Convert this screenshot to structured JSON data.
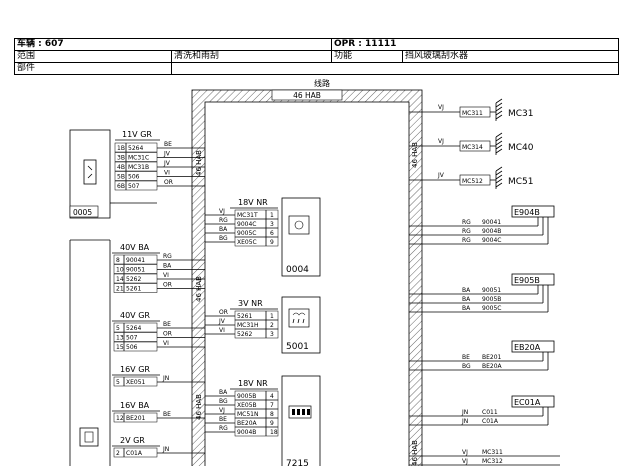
{
  "header": {
    "vehicle": "车辆 : 607",
    "opr": "OPR : 11111",
    "scope_label": "范围",
    "scope_value": "清洗和雨刮",
    "function_label": "功能",
    "function_value": "挡风玻璃刮水器",
    "part_label": "部件"
  },
  "harness": {
    "title": "线路",
    "code": "46 HAB"
  },
  "side_labels": {
    "left_bus": "46 HAB",
    "right_bus": "46 HAB"
  },
  "components": {
    "c0005": {
      "id": "0005",
      "connector": "11V GR",
      "pins": [
        {
          "pin": "1B",
          "wire": "5264",
          "color": "BE"
        },
        {
          "pin": "3B",
          "wire": "MC31C",
          "color": "JV"
        },
        {
          "pin": "4B",
          "wire": "MC31B",
          "color": "JV"
        },
        {
          "pin": "5B",
          "wire": "506",
          "color": "VI"
        },
        {
          "pin": "6B",
          "wire": "507",
          "color": "OR"
        }
      ]
    },
    "c40vba": {
      "connector": "40V BA",
      "pins": [
        {
          "pin": "8",
          "wire": "90041",
          "color": "RG"
        },
        {
          "pin": "10",
          "wire": "90051",
          "color": "BA"
        },
        {
          "pin": "14",
          "wire": "5262",
          "color": "VI"
        },
        {
          "pin": "21",
          "wire": "5261",
          "color": "OR"
        }
      ]
    },
    "c40vgr": {
      "connector": "40V GR",
      "pins": [
        {
          "pin": "5",
          "wire": "5264",
          "color": "BE"
        },
        {
          "pin": "13",
          "wire": "507",
          "color": "OR"
        },
        {
          "pin": "15",
          "wire": "506",
          "color": "VI"
        }
      ]
    },
    "c16vgr": {
      "connector": "16V GR",
      "pins": [
        {
          "pin": "5",
          "wire": "XE051",
          "color": "JN"
        }
      ]
    },
    "c16vba": {
      "connector": "16V BA",
      "pins": [
        {
          "pin": "12",
          "wire": "BE201",
          "color": "BE"
        }
      ]
    },
    "c2vgr": {
      "connector": "2V GR",
      "pins": [
        {
          "pin": "2",
          "wire": "C01A",
          "color": "JN"
        }
      ]
    },
    "c0004": {
      "id": "0004",
      "connector": "18V NR",
      "pins": [
        {
          "color": "VJ",
          "wire": "MC31T",
          "pin": "1"
        },
        {
          "color": "RG",
          "wire": "9004C",
          "pin": "3"
        },
        {
          "color": "BA",
          "wire": "9005C",
          "pin": "6"
        },
        {
          "color": "BG",
          "wire": "XE05C",
          "pin": "9"
        }
      ]
    },
    "c5001": {
      "id": "5001",
      "connector": "3V NR",
      "pins": [
        {
          "color": "OR",
          "wire": "5261",
          "pin": "1"
        },
        {
          "color": "JV",
          "wire": "MC31H",
          "pin": "2"
        },
        {
          "color": "VI",
          "wire": "5262",
          "pin": "3"
        }
      ]
    },
    "c7215": {
      "id": "7215",
      "connector": "18V NR",
      "pins": [
        {
          "color": "BA",
          "wire": "9005B",
          "pin": "4"
        },
        {
          "color": "BG",
          "wire": "XE05B",
          "pin": "7"
        },
        {
          "color": "VJ",
          "wire": "MC51N",
          "pin": "8"
        },
        {
          "color": "BE",
          "wire": "BE20A",
          "pin": "9"
        },
        {
          "color": "RG",
          "wire": "9004B",
          "pin": "18"
        }
      ]
    }
  },
  "grounds": [
    {
      "color": "VJ",
      "wire": "MC311",
      "label": "MC31"
    },
    {
      "color": "VJ",
      "wire": "MC314",
      "label": "MC40"
    },
    {
      "color": "JV",
      "wire": "MC512",
      "label": "MC51"
    }
  ],
  "splices": [
    {
      "id": "E904B",
      "wires": [
        {
          "color": "RG",
          "wire": "90041"
        },
        {
          "color": "RG",
          "wire": "9004B"
        },
        {
          "color": "RG",
          "wire": "9004C"
        }
      ]
    },
    {
      "id": "E905B",
      "wires": [
        {
          "color": "BA",
          "wire": "90051"
        },
        {
          "color": "BA",
          "wire": "9005B"
        },
        {
          "color": "BA",
          "wire": "9005C"
        }
      ]
    },
    {
      "id": "EB20A",
      "wires": [
        {
          "color": "BE",
          "wire": "BE201"
        },
        {
          "color": "BG",
          "wire": "BE20A"
        }
      ]
    },
    {
      "id": "EC01A",
      "wires": [
        {
          "color": "JN",
          "wire": "C011"
        },
        {
          "color": "JN",
          "wire": "C01A"
        }
      ]
    }
  ],
  "bottom_right": [
    {
      "color": "VJ",
      "wire": "MC311"
    },
    {
      "color": "VJ",
      "wire": "MC312"
    }
  ]
}
